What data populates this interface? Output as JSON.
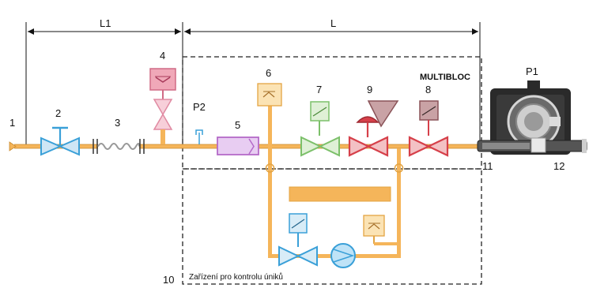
{
  "dimensions": {
    "L1": "L1",
    "L": "L"
  },
  "components": {
    "c1": "1",
    "c2": "2",
    "c3": "3",
    "c4": "4",
    "c5": "5",
    "c6": "6",
    "c7": "7",
    "c8": "8",
    "c9": "9",
    "c10": "10",
    "c11": "11",
    "c12": "12"
  },
  "labels": {
    "p1": "P1",
    "p2": "P2",
    "multibloc": "MULTIBLOC",
    "leak_device": "Zařízení pro kontrolu úniků"
  },
  "colors": {
    "pipe": "#f5b55a",
    "dash": "#222222",
    "valve_blue": "#3aa0d8",
    "valve_green": "#7cc06a",
    "valve_red": "#d6404a",
    "regulator_pink": "#f0a8b8",
    "filter_purple": "#b46ac8",
    "sensor_fill": "#fbe3b4",
    "burner_dark": "#2a2a2a"
  }
}
